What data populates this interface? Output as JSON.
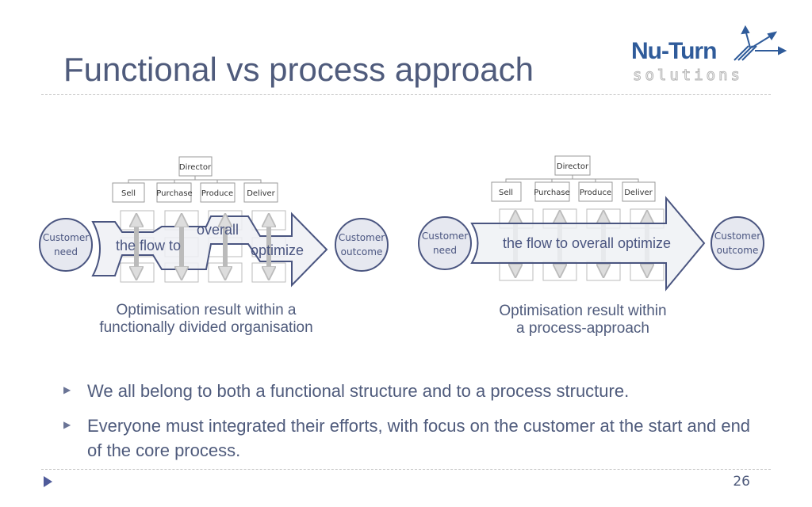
{
  "title": "Functional vs process approach",
  "logo": {
    "main": "Nu-Turn",
    "sub": "solutions"
  },
  "left_diagram": {
    "director": "Director",
    "departments": [
      "Sell",
      "Purchase",
      "Produce",
      "Deliver"
    ],
    "customer_need": [
      "Customer",
      "need"
    ],
    "customer_outcome": [
      "Customer",
      "outcome"
    ],
    "flow_words": [
      "the flow to",
      "overall",
      "optimize"
    ],
    "caption": [
      "Optimisation result within a",
      "functionally divided organisation"
    ]
  },
  "right_diagram": {
    "director": "Director",
    "departments": [
      "Sell",
      "Purchase",
      "Produce",
      "Deliver"
    ],
    "customer_need": [
      "Customer",
      "need"
    ],
    "customer_outcome": [
      "Customer",
      "outcome"
    ],
    "flow_text": "the flow to overall optimize",
    "caption": [
      "Optimisation result within",
      "a process-approach"
    ]
  },
  "bullets": [
    "We all belong to both a functional structure and to a process structure.",
    "Everyone must integrated their efforts, with focus on the customer at the start and end of the core process."
  ],
  "page_number": "26",
  "colors": {
    "text": "#4f5b7c",
    "logo": "#2f5b9a",
    "outline": "#4a5580"
  }
}
